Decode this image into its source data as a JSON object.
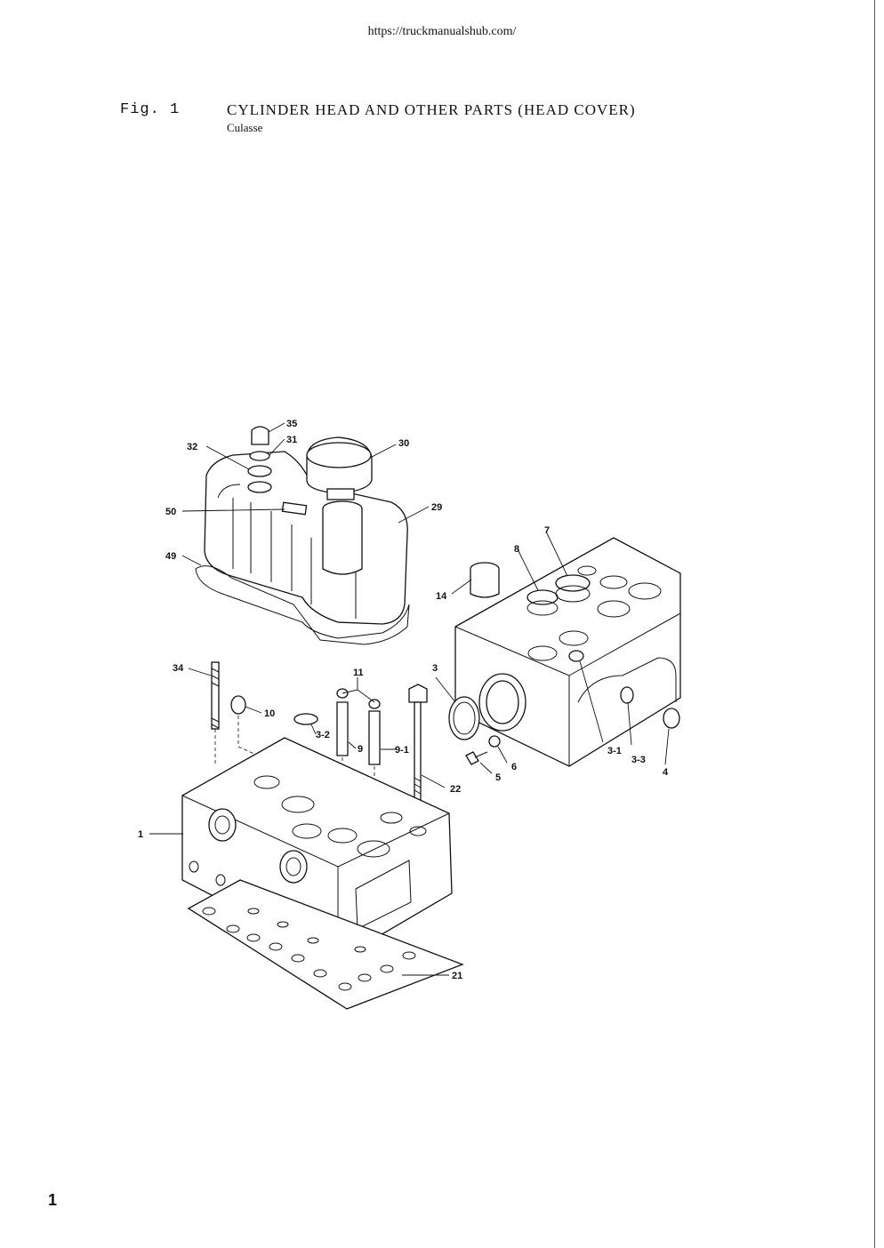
{
  "header": {
    "url": "https://truckmanualshub.com/",
    "fig_label": "Fig. 1",
    "title": "CYLINDER HEAD AND OTHER PARTS (HEAD COVER)",
    "subtitle": "Culasse"
  },
  "callouts": {
    "c35": "35",
    "c31": "31",
    "c32": "32",
    "c30": "30",
    "c50": "50",
    "c29": "29",
    "c49": "49",
    "c7": "7",
    "c8": "8",
    "c14": "14",
    "c34": "34",
    "c11": "11",
    "c3": "3",
    "c10": "10",
    "c3_2": "3-2",
    "c9": "9",
    "c9_1": "9-1",
    "c22": "22",
    "c6": "6",
    "c5": "5",
    "c3_1": "3-1",
    "c3_3": "3-3",
    "c4": "4",
    "c1": "1",
    "c21": "21"
  },
  "footer": {
    "page_number": "1"
  }
}
